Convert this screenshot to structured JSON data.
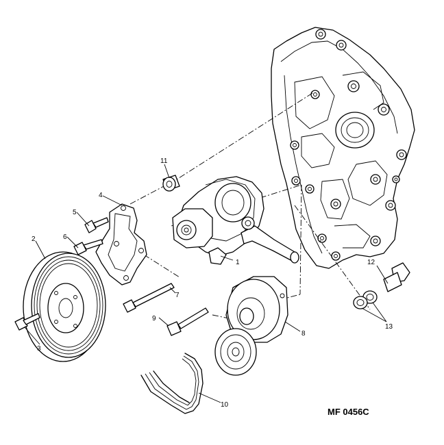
{
  "figure_ref": "MF 0456C",
  "callouts": {
    "c1": "1",
    "c2": "2",
    "c3": "3",
    "c4": "4",
    "c5": "5",
    "c6": "6",
    "c7": "7",
    "c8": "8",
    "c9": "9",
    "c10": "10",
    "c11": "11",
    "c12": "12",
    "c13": "13"
  }
}
